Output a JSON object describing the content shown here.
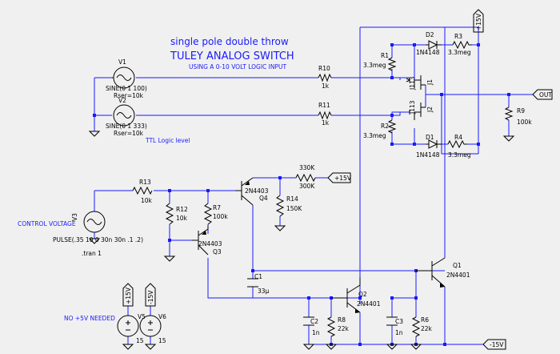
{
  "titles": {
    "line1": "single pole double throw",
    "line2": "TULEY ANALOG SWITCH",
    "line3": "USING A 0-10 VOLT LOGIC INPUT"
  },
  "notes": {
    "ttl": "TTL Logic level",
    "control": "CONTROL VOLTAGE",
    "no5v": "NO +5V NEEDED"
  },
  "sources": {
    "v1": {
      "name": "V1",
      "value": "SINE(0 1 100)",
      "rser": "Rser=10k"
    },
    "v2": {
      "name": "V2",
      "value": "SINE(0 1 333)",
      "rser": "Rser=10k"
    },
    "v3": {
      "name": "V3",
      "value": "PULSE(.35 10 0 30n 30n .1 .2)",
      "directive": ".tran 1"
    },
    "v5": {
      "name": "V5",
      "value": "15"
    },
    "v6": {
      "name": "V6",
      "value": "15"
    }
  },
  "resistors": {
    "r1": {
      "name": "R1",
      "value": "3.3meg"
    },
    "r2": {
      "name": "R2",
      "value": "3.3meg"
    },
    "r3": {
      "name": "R3",
      "value": "3.3meg"
    },
    "r4": {
      "name": "R4",
      "value": "3.3meg"
    },
    "r6": {
      "name": "R6",
      "value": "22k"
    },
    "r7": {
      "name": "R7",
      "value": "100k"
    },
    "r8": {
      "name": "R8",
      "value": "22k"
    },
    "r9": {
      "name": "R9",
      "value": "100k"
    },
    "r10": {
      "name": "R10",
      "value": "1k"
    },
    "r11": {
      "name": "R11",
      "value": "1k"
    },
    "r12": {
      "name": "R12",
      "value": "10k"
    },
    "r13": {
      "name": "R13",
      "value": "10k"
    },
    "r14": {
      "name": "R14",
      "value": "150K"
    },
    "r330": {
      "name": "330K",
      "value": "300K"
    }
  },
  "capacitors": {
    "c1": {
      "name": "C1",
      "value": "33µ"
    },
    "c2": {
      "name": "C2",
      "value": "1n"
    },
    "c3": {
      "name": "C3",
      "value": "1n"
    }
  },
  "diodes": {
    "d1": {
      "name": "D1",
      "value": "1N4148"
    },
    "d2": {
      "name": "D2",
      "value": "1N4148"
    }
  },
  "jfets": {
    "j1": {
      "name": "J1",
      "value": "J113"
    },
    "j2": {
      "name": "J2",
      "value": "J113"
    }
  },
  "transistors": {
    "q1": {
      "name": "Q1",
      "value": "2N4401"
    },
    "q2": {
      "name": "Q2",
      "value": "2N4401"
    },
    "q3": {
      "name": "Q3",
      "value": "2N4403"
    },
    "q4": {
      "name": "Q4",
      "value": "2N4403"
    }
  },
  "ports": {
    "out": "OUT",
    "p15_top": "+15V",
    "p15_mid": "+15V",
    "m15_bot": "-15V",
    "v5_top": "+15V",
    "v6_top": "-15V"
  }
}
